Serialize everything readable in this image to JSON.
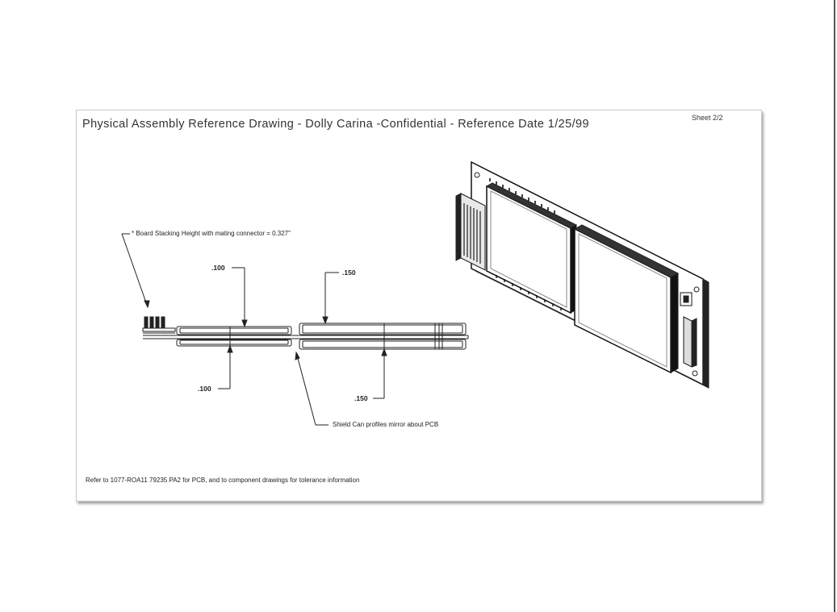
{
  "drawing": {
    "title": "Physical Assembly Reference Drawing - Dolly Carina -Confidential - Reference Date 1/25/99",
    "sheet": "Sheet 2/2",
    "stacking_note": "* Board Stacking Height with mating connector = 0.327\"",
    "dimensions": {
      "top_left": ".100",
      "top_right": ".150",
      "bottom_left": ".100",
      "bottom_right": ".150"
    },
    "shield_note": "Shield Can profiles mirror about PCB",
    "reference_note": "Refer to 1077-ROA11 79235 PA2 for PCB, and to component drawings for tolerance information"
  }
}
